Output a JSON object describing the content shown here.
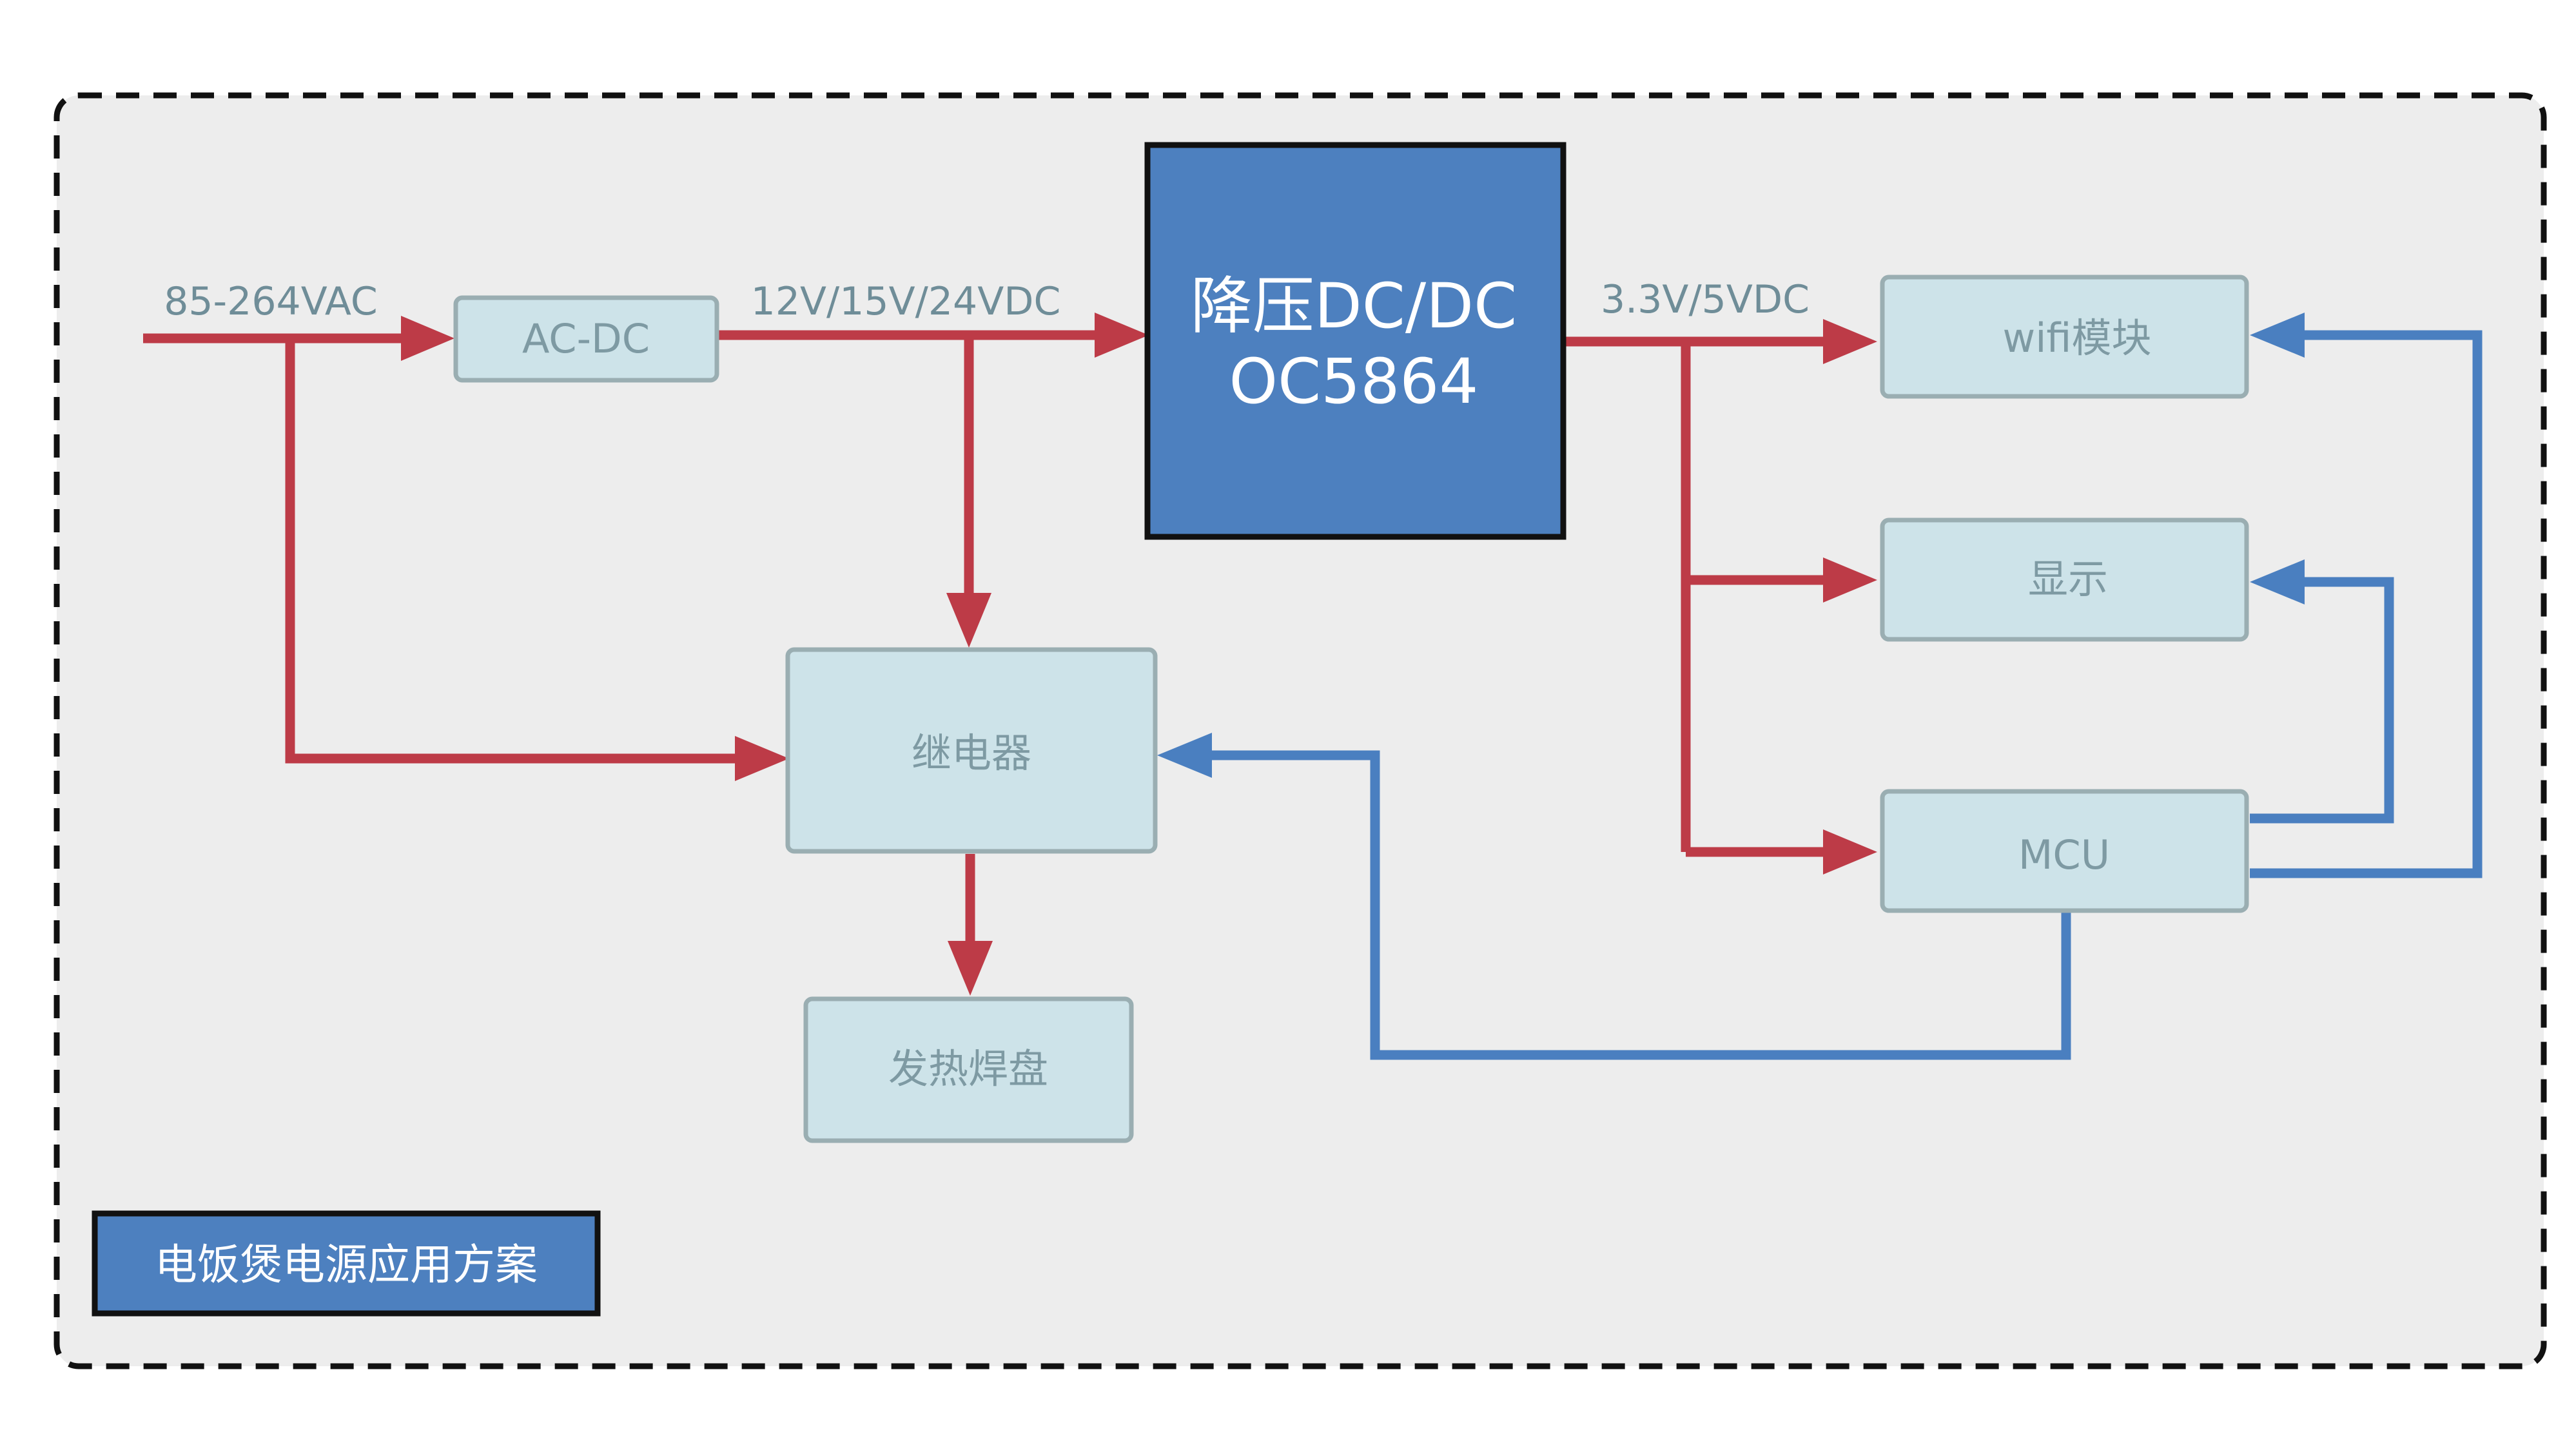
{
  "title": "电饭煲电源应用方案",
  "input_label": "85-264VAC",
  "chip": {
    "line1": "降压DC/DC",
    "line2": "OC5864"
  },
  "wire_labels": {
    "dc_bus": "12V/15V/24VDC",
    "logic": "3.3V/5VDC"
  },
  "blocks": {
    "acdc": "AC-DC",
    "relay": "继电器",
    "heater": "发热焊盘",
    "wifi": "wifi模块",
    "display": "显示",
    "mcu": "MCU"
  },
  "colors": {
    "power_line": "#bd3b47",
    "signal_line": "#4a7fc0",
    "chip_fill": "#4d80bf",
    "block_fill": "#cde3e9",
    "panel_fill": "#ededed"
  }
}
